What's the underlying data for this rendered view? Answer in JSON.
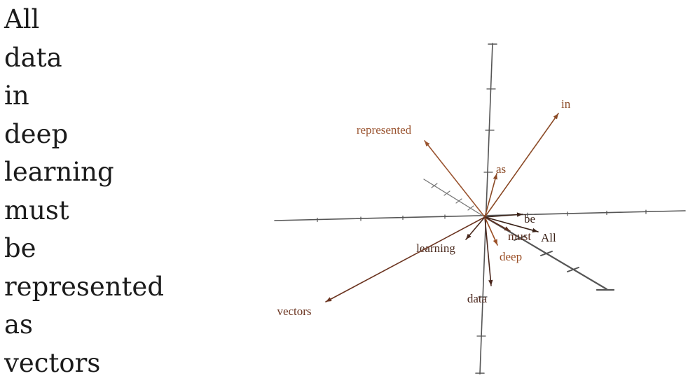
{
  "sentence_words": [
    "All",
    "data",
    "in",
    "deep",
    "learning",
    "must",
    "be",
    "represented",
    "as",
    "vectors"
  ],
  "vectors": [
    {
      "word": "All",
      "color": "#3a2218"
    },
    {
      "word": "data",
      "color": "#4a261c"
    },
    {
      "word": "in",
      "color": "#8b4a26"
    },
    {
      "word": "deep",
      "color": "#9a4e24"
    },
    {
      "word": "learning",
      "color": "#4a2a1e"
    },
    {
      "word": "must",
      "color": "#5c3020"
    },
    {
      "word": "be",
      "color": "#3a2218"
    },
    {
      "word": "represented",
      "color": "#9a5430"
    },
    {
      "word": "as",
      "color": "#8b4a26"
    },
    {
      "word": "vectors",
      "color": "#6b3420"
    }
  ],
  "axis_color": "#555555"
}
